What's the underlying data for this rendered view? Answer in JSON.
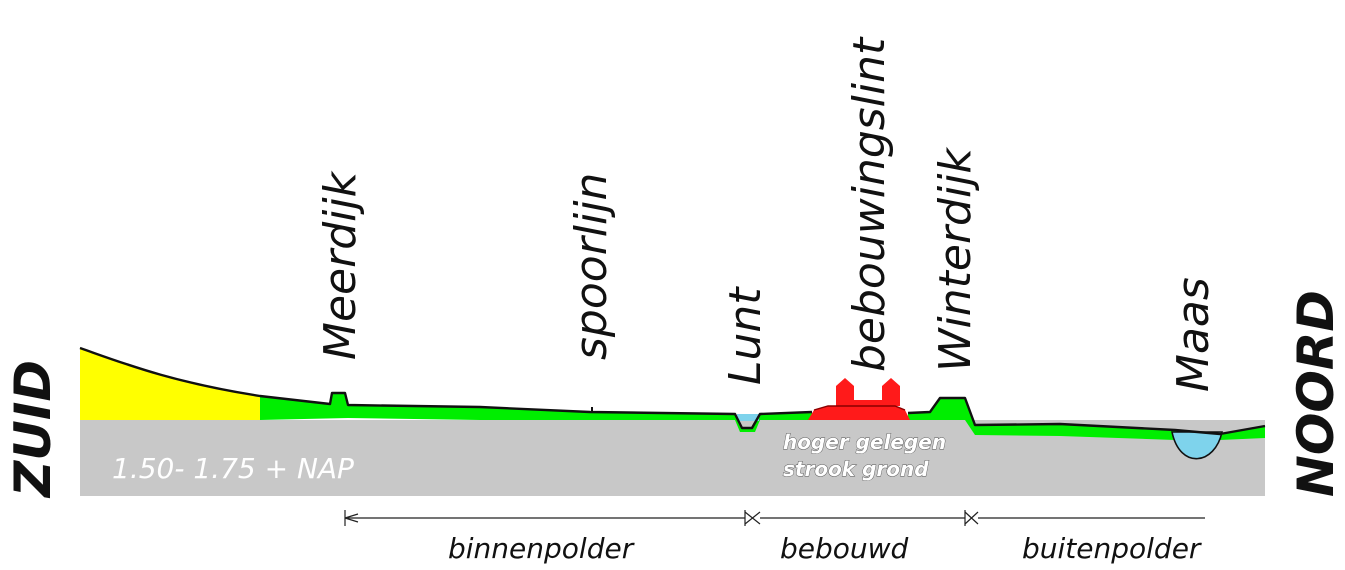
{
  "directions": {
    "south": "ZUID",
    "north": "NOORD"
  },
  "features": {
    "meerdijk": "Meerdijk",
    "spoorlijn": "spoorlijn",
    "lunt": "Lunt",
    "bebouwingslint": "bebouwingslint",
    "winterdijk": "Winterdijk",
    "maas": "Maas"
  },
  "ground": {
    "level": "1.50- 1.75 + NAP",
    "higher_strip_line1": "hoger gelegen",
    "higher_strip_line2": "strook grond"
  },
  "zones": {
    "binnenpolder": "binnenpolder",
    "bebouwd": "bebouwd",
    "buitenpolder": "buitenpolder"
  },
  "colors": {
    "ground": "#c8c8c8",
    "high_ground": "#ffff00",
    "grass": "#00ee00",
    "buildings": "#ff1a1a",
    "water": "#7ed3ec",
    "outline": "#111111"
  }
}
